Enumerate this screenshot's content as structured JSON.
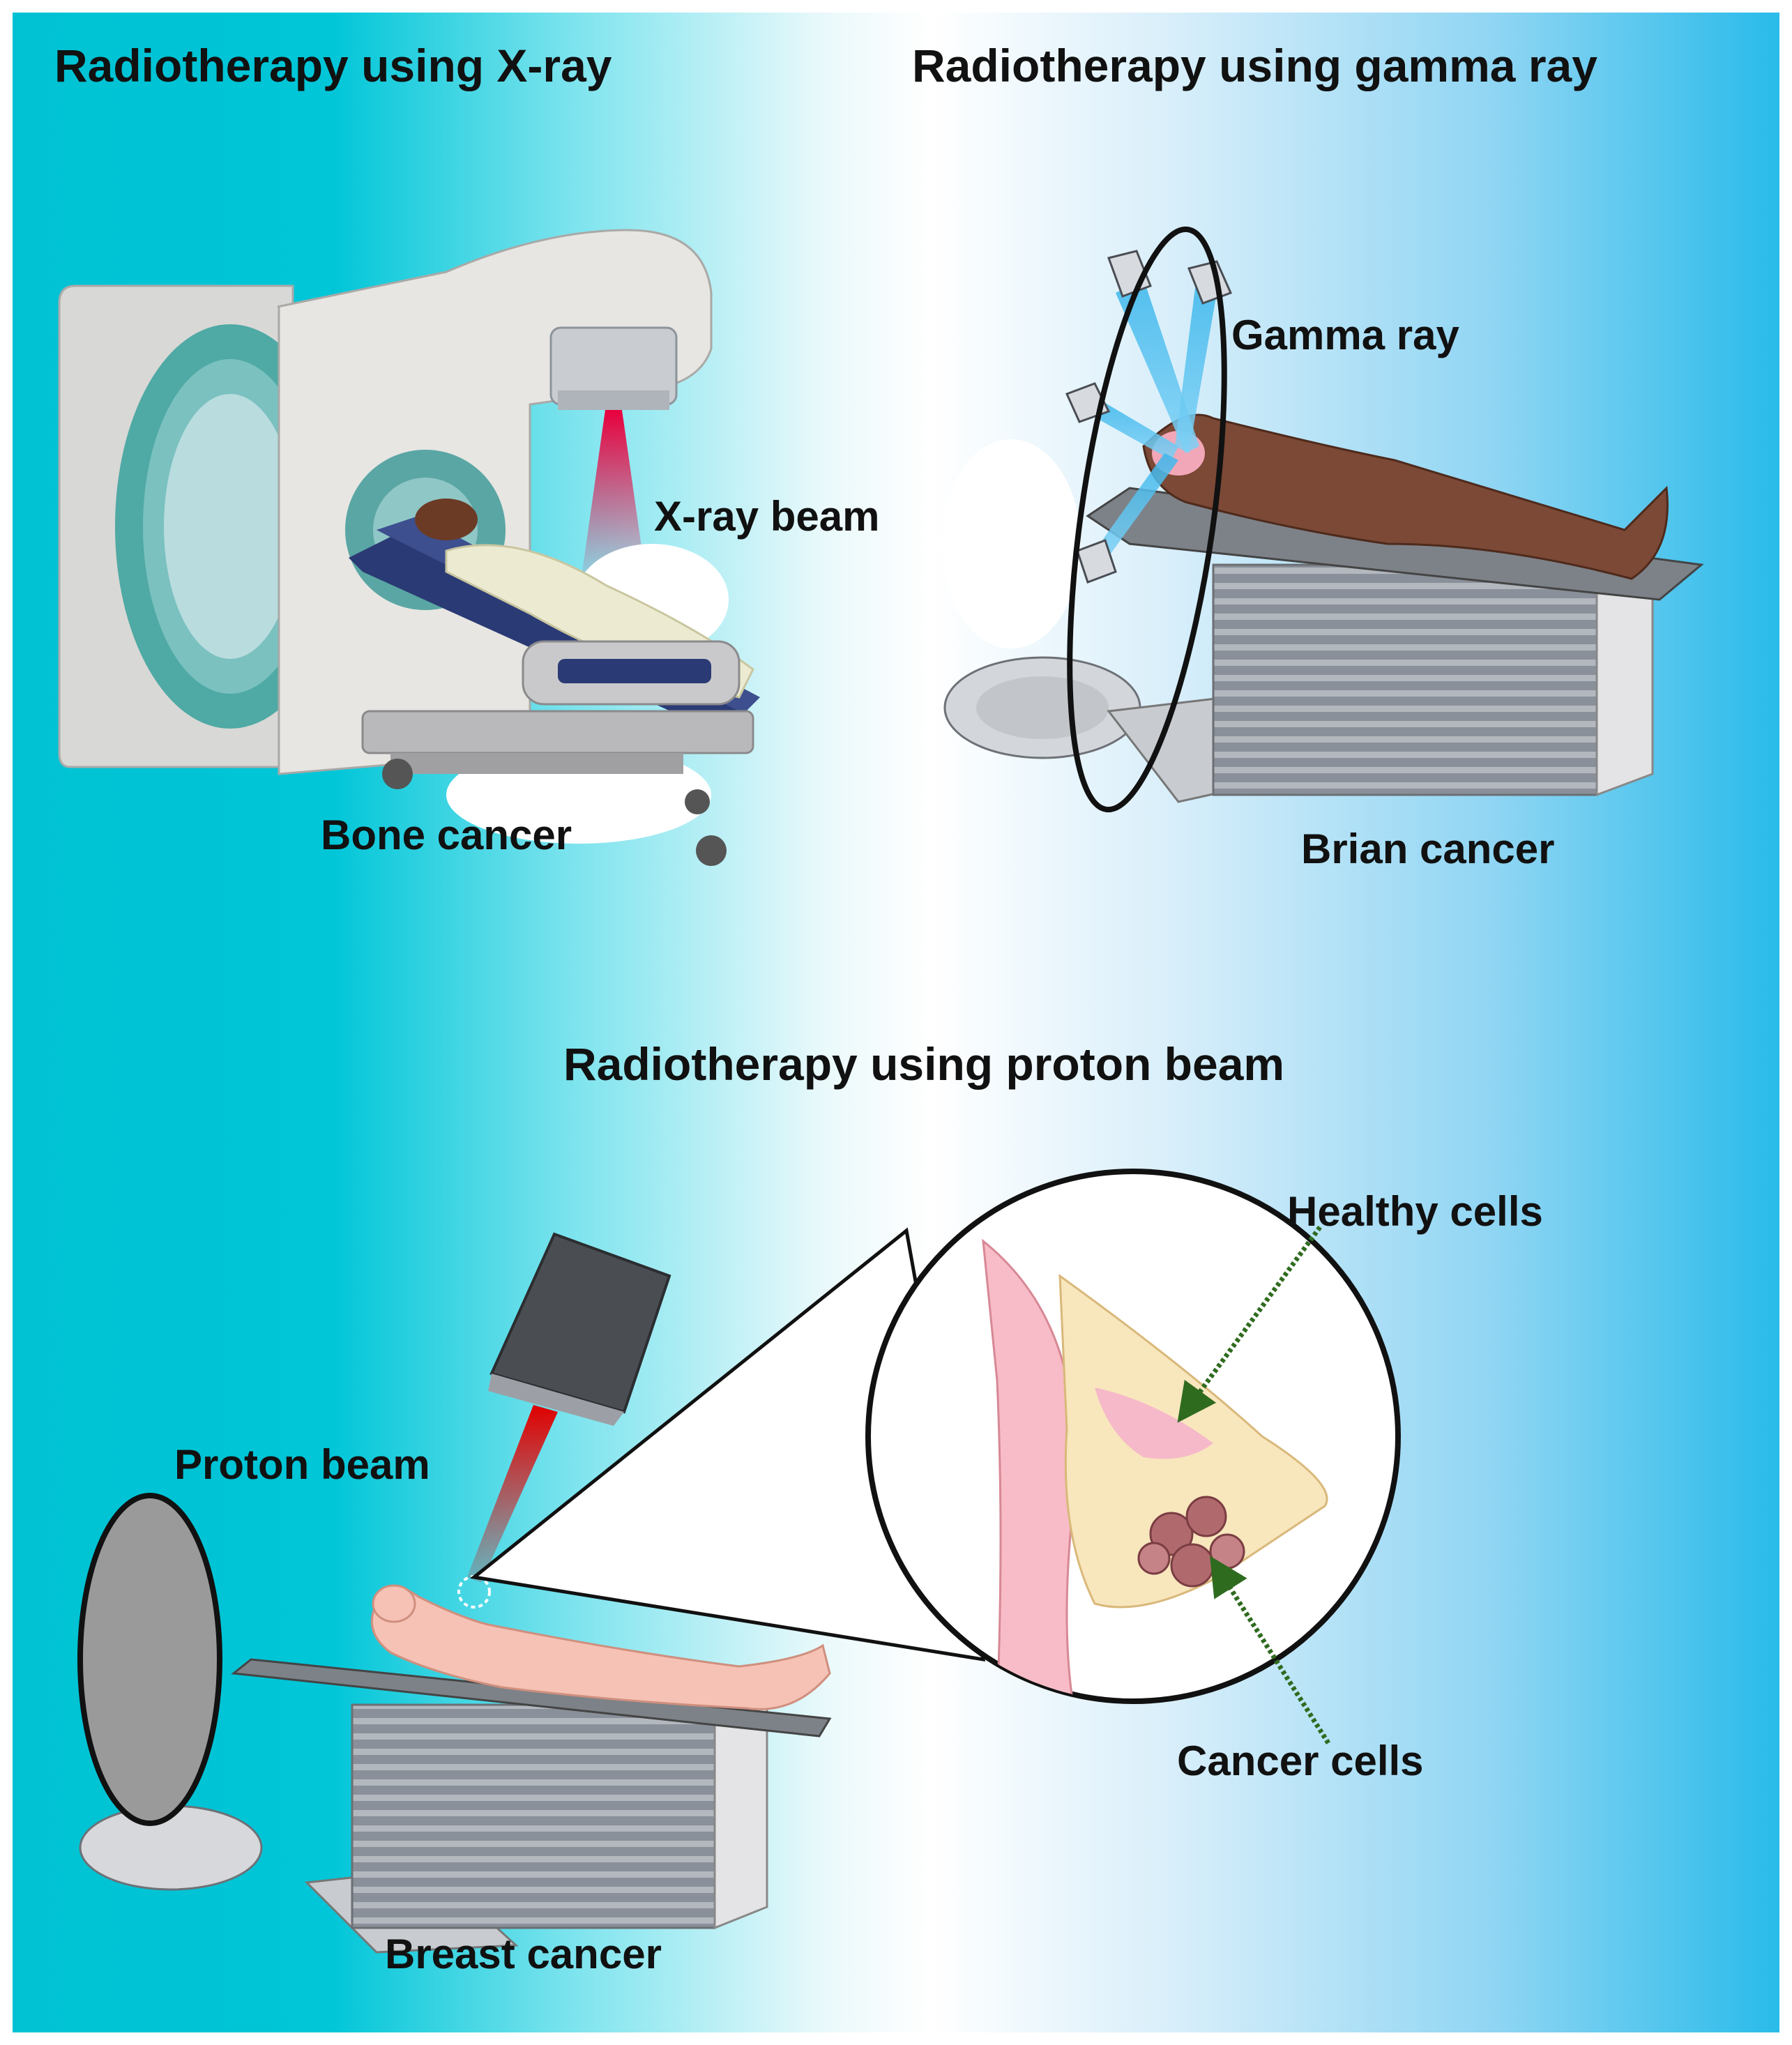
{
  "titles": {
    "xray": "Radiotherapy using X-ray",
    "gamma": "Radiotherapy using gamma ray",
    "proton": "Radiotherapy using proton beam"
  },
  "labels": {
    "xray_beam": "X-ray beam",
    "bone_cancer": "Bone cancer",
    "gamma_ray": "Gamma ray",
    "brain_cancer": "Brian cancer",
    "proton_beam": "Proton beam",
    "breast_cancer": "Breast cancer",
    "healthy_cells": "Healthy cells",
    "cancer_cells": "Cancer cells"
  },
  "colors": {
    "background_left": "#00c2d3",
    "background_right": "#29bbea",
    "xray_beam": "#e8003d",
    "gamma_beam": "#3ab6ec",
    "proton_beam": "#e00000",
    "arrow": "#2f6b1f"
  }
}
